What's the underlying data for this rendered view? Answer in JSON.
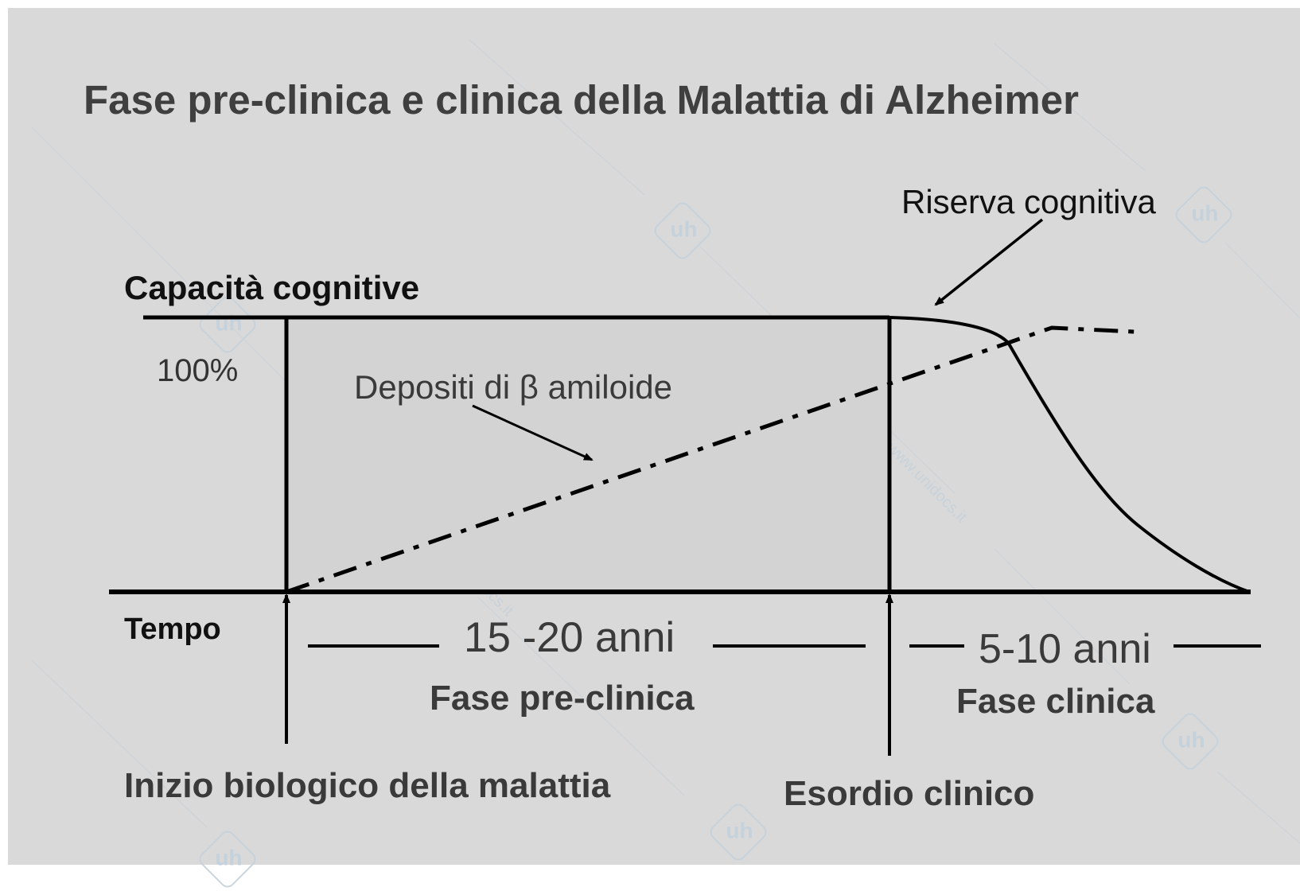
{
  "title": "Fase pre-clinica e clinica della Malattia di Alzheimer",
  "y_axis_label": "Capacità cognitive",
  "y_level_label": "100%",
  "x_axis_label": "Tempo",
  "annotations": {
    "cognitive_reserve": "Riserva cognitiva",
    "amyloid_deposits": "Depositi di β amiloide"
  },
  "durations": {
    "preclinical": "15 -20 anni",
    "clinical": "5-10 anni"
  },
  "phases": {
    "preclinical": "Fase pre-clinica",
    "clinical": "Fase clinica"
  },
  "events": {
    "biological_onset": "Inizio biologico della malattia",
    "clinical_onset": "Esordio clinico"
  },
  "watermark": {
    "text": "www.unidocs.it",
    "logo": "uh"
  },
  "colors": {
    "background": "#d9d9d9",
    "preclinical_area": "#d3d3d3",
    "line": "#000000",
    "watermark": "#c5d2dc"
  }
}
